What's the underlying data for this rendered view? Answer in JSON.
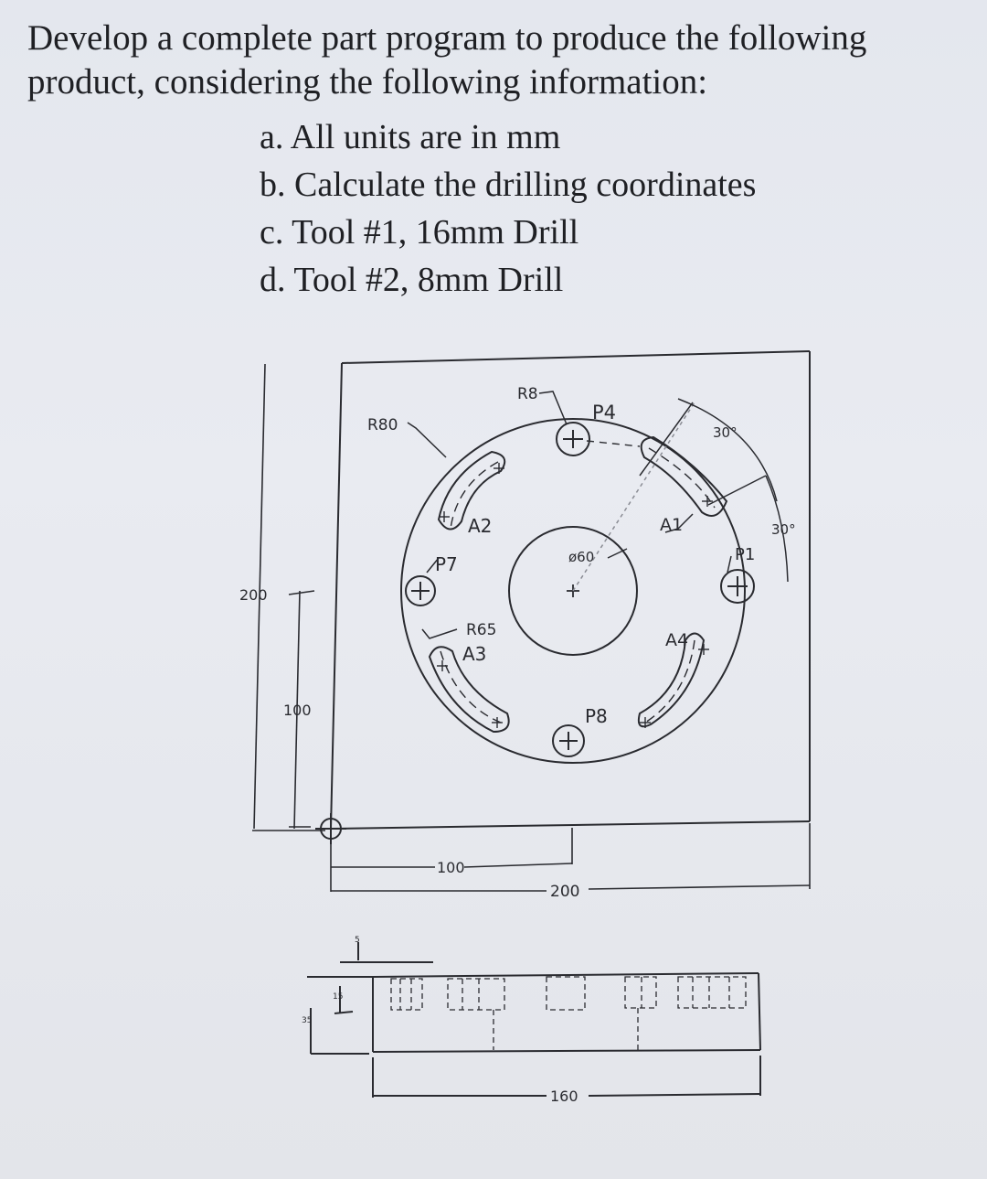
{
  "question": {
    "heading_line1": "Develop a complete part program to produce the following",
    "heading_line2": "product, considering the following information:",
    "items": [
      "a. All units are in mm",
      "b. Calculate the drilling coordinates",
      "c. Tool #1, 16mm Drill",
      "d. Tool #2, 8mm Drill"
    ]
  },
  "drawing": {
    "labels": {
      "r8": "R8",
      "p4": "P4",
      "r80": "R80",
      "angle_top": "30°",
      "angle_right": "30°",
      "a1": "A1",
      "a2": "A2",
      "p1": "P1",
      "p7": "P7",
      "dia60": "ø60",
      "r65": "R65",
      "a3": "A3",
      "a4": "A4",
      "p8": "P8",
      "dim_200_left": "200",
      "dim_100_left": "100",
      "dim_100_bottom": "100",
      "dim_200_bottom": "200",
      "dim_5": "5",
      "dim_15": "15",
      "dim_35": "35",
      "dim_160": "160"
    },
    "colors": {
      "line": "#2a2b30",
      "paper": "#e6e8ee"
    }
  }
}
